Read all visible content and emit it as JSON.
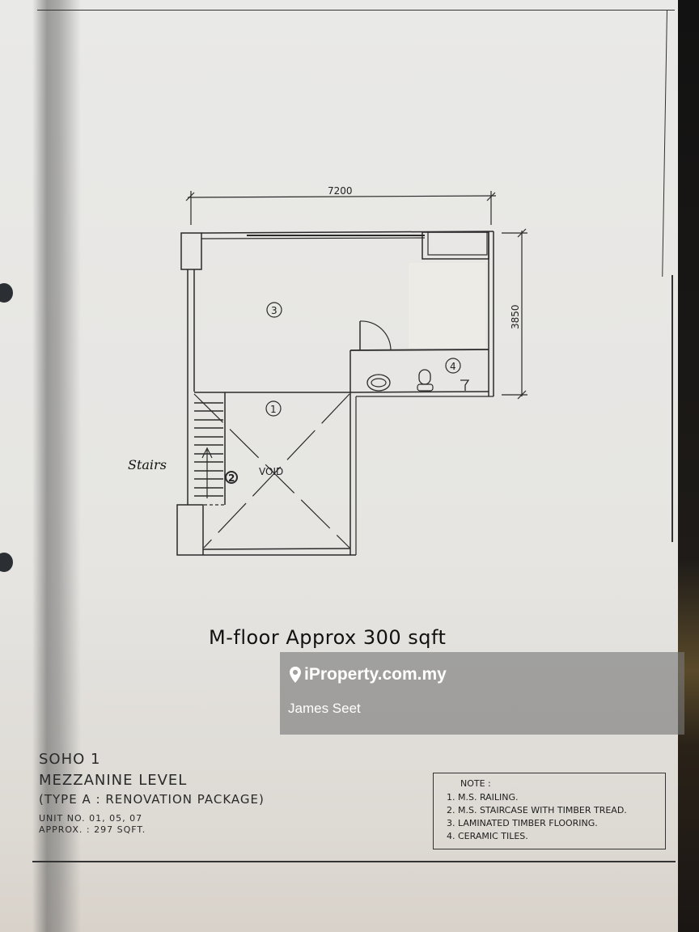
{
  "drawing": {
    "dimensions": {
      "width_label": "7200",
      "height_label": "3850"
    },
    "areas": [
      {
        "number": "1",
        "label": "VOID"
      },
      {
        "number": "2",
        "label": ""
      },
      {
        "number": "3",
        "label": ""
      },
      {
        "number": "4",
        "label": ""
      }
    ],
    "void_label": "VOID"
  },
  "handwritten": {
    "stairs": "Stairs",
    "floor_area": "M-floor Approx 300 sqft"
  },
  "title_block": {
    "project": "SOHO 1",
    "level": "MEZZANINE LEVEL",
    "type": "(TYPE A : RENOVATION PACKAGE)",
    "unit_no": "UNIT NO. 01, 05, 07",
    "approx_area": "APPROX. : 297 SQFT."
  },
  "notes": {
    "heading": "NOTE :",
    "items": [
      "1.  M.S. RAILING.",
      "2.  M.S. STAIRCASE WITH TIMBER TREAD.",
      "3.  LAMINATED TIMBER FLOORING.",
      "4.  CERAMIC TILES."
    ]
  },
  "watermark": {
    "brand": "iProperty.com.my",
    "agent": "James Seet",
    "icon": "location-pin-icon"
  }
}
